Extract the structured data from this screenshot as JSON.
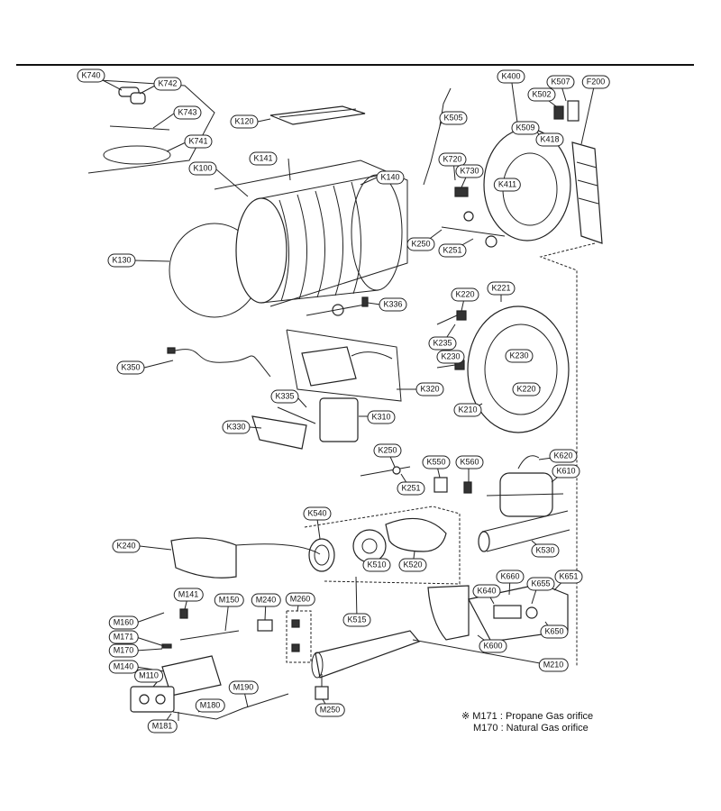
{
  "labels": {
    "K740": "K740",
    "K742": "K742",
    "K743": "K743",
    "K741": "K741",
    "K120": "K120",
    "K141": "K141",
    "K100": "K100",
    "K140": "K140",
    "K130": "K130",
    "K336": "K336",
    "K350": "K350",
    "K320": "K320",
    "K335": "K335",
    "K310": "K310",
    "K330": "K330",
    "K505": "K505",
    "K400": "K400",
    "K502": "K502",
    "K507": "K507",
    "F200": "F200",
    "K509": "K509",
    "K418": "K418",
    "K720": "K720",
    "K730": "K730",
    "K411": "K411",
    "K250_top": "K250",
    "K251_top": "K251",
    "K220_top": "K220",
    "K221": "K221",
    "K235": "K235",
    "K230_left": "K230",
    "K230_right": "K230",
    "K220_bottom": "K220",
    "K210": "K210",
    "K250_mid": "K250",
    "K251_mid": "K251",
    "K550": "K550",
    "K560": "K560",
    "K620": "K620",
    "K610": "K610",
    "K540": "K540",
    "K240": "K240",
    "K510": "K510",
    "K520": "K520",
    "K530": "K530",
    "K515": "K515",
    "K660": "K660",
    "K651": "K651",
    "K640": "K640",
    "K655": "K655",
    "K650": "K650",
    "K600": "K600",
    "M210": "M210",
    "M141": "M141",
    "M150": "M150",
    "M240": "M240",
    "M260": "M260",
    "M160": "M160",
    "M171": "M171",
    "M170": "M170",
    "M140": "M140",
    "M110": "M110",
    "M190": "M190",
    "M180": "M180",
    "M181": "M181",
    "M250": "M250"
  },
  "notes": {
    "propane": "※ M171 : Propane Gas orifice",
    "natural": "M170 : Natural Gas orifice"
  }
}
